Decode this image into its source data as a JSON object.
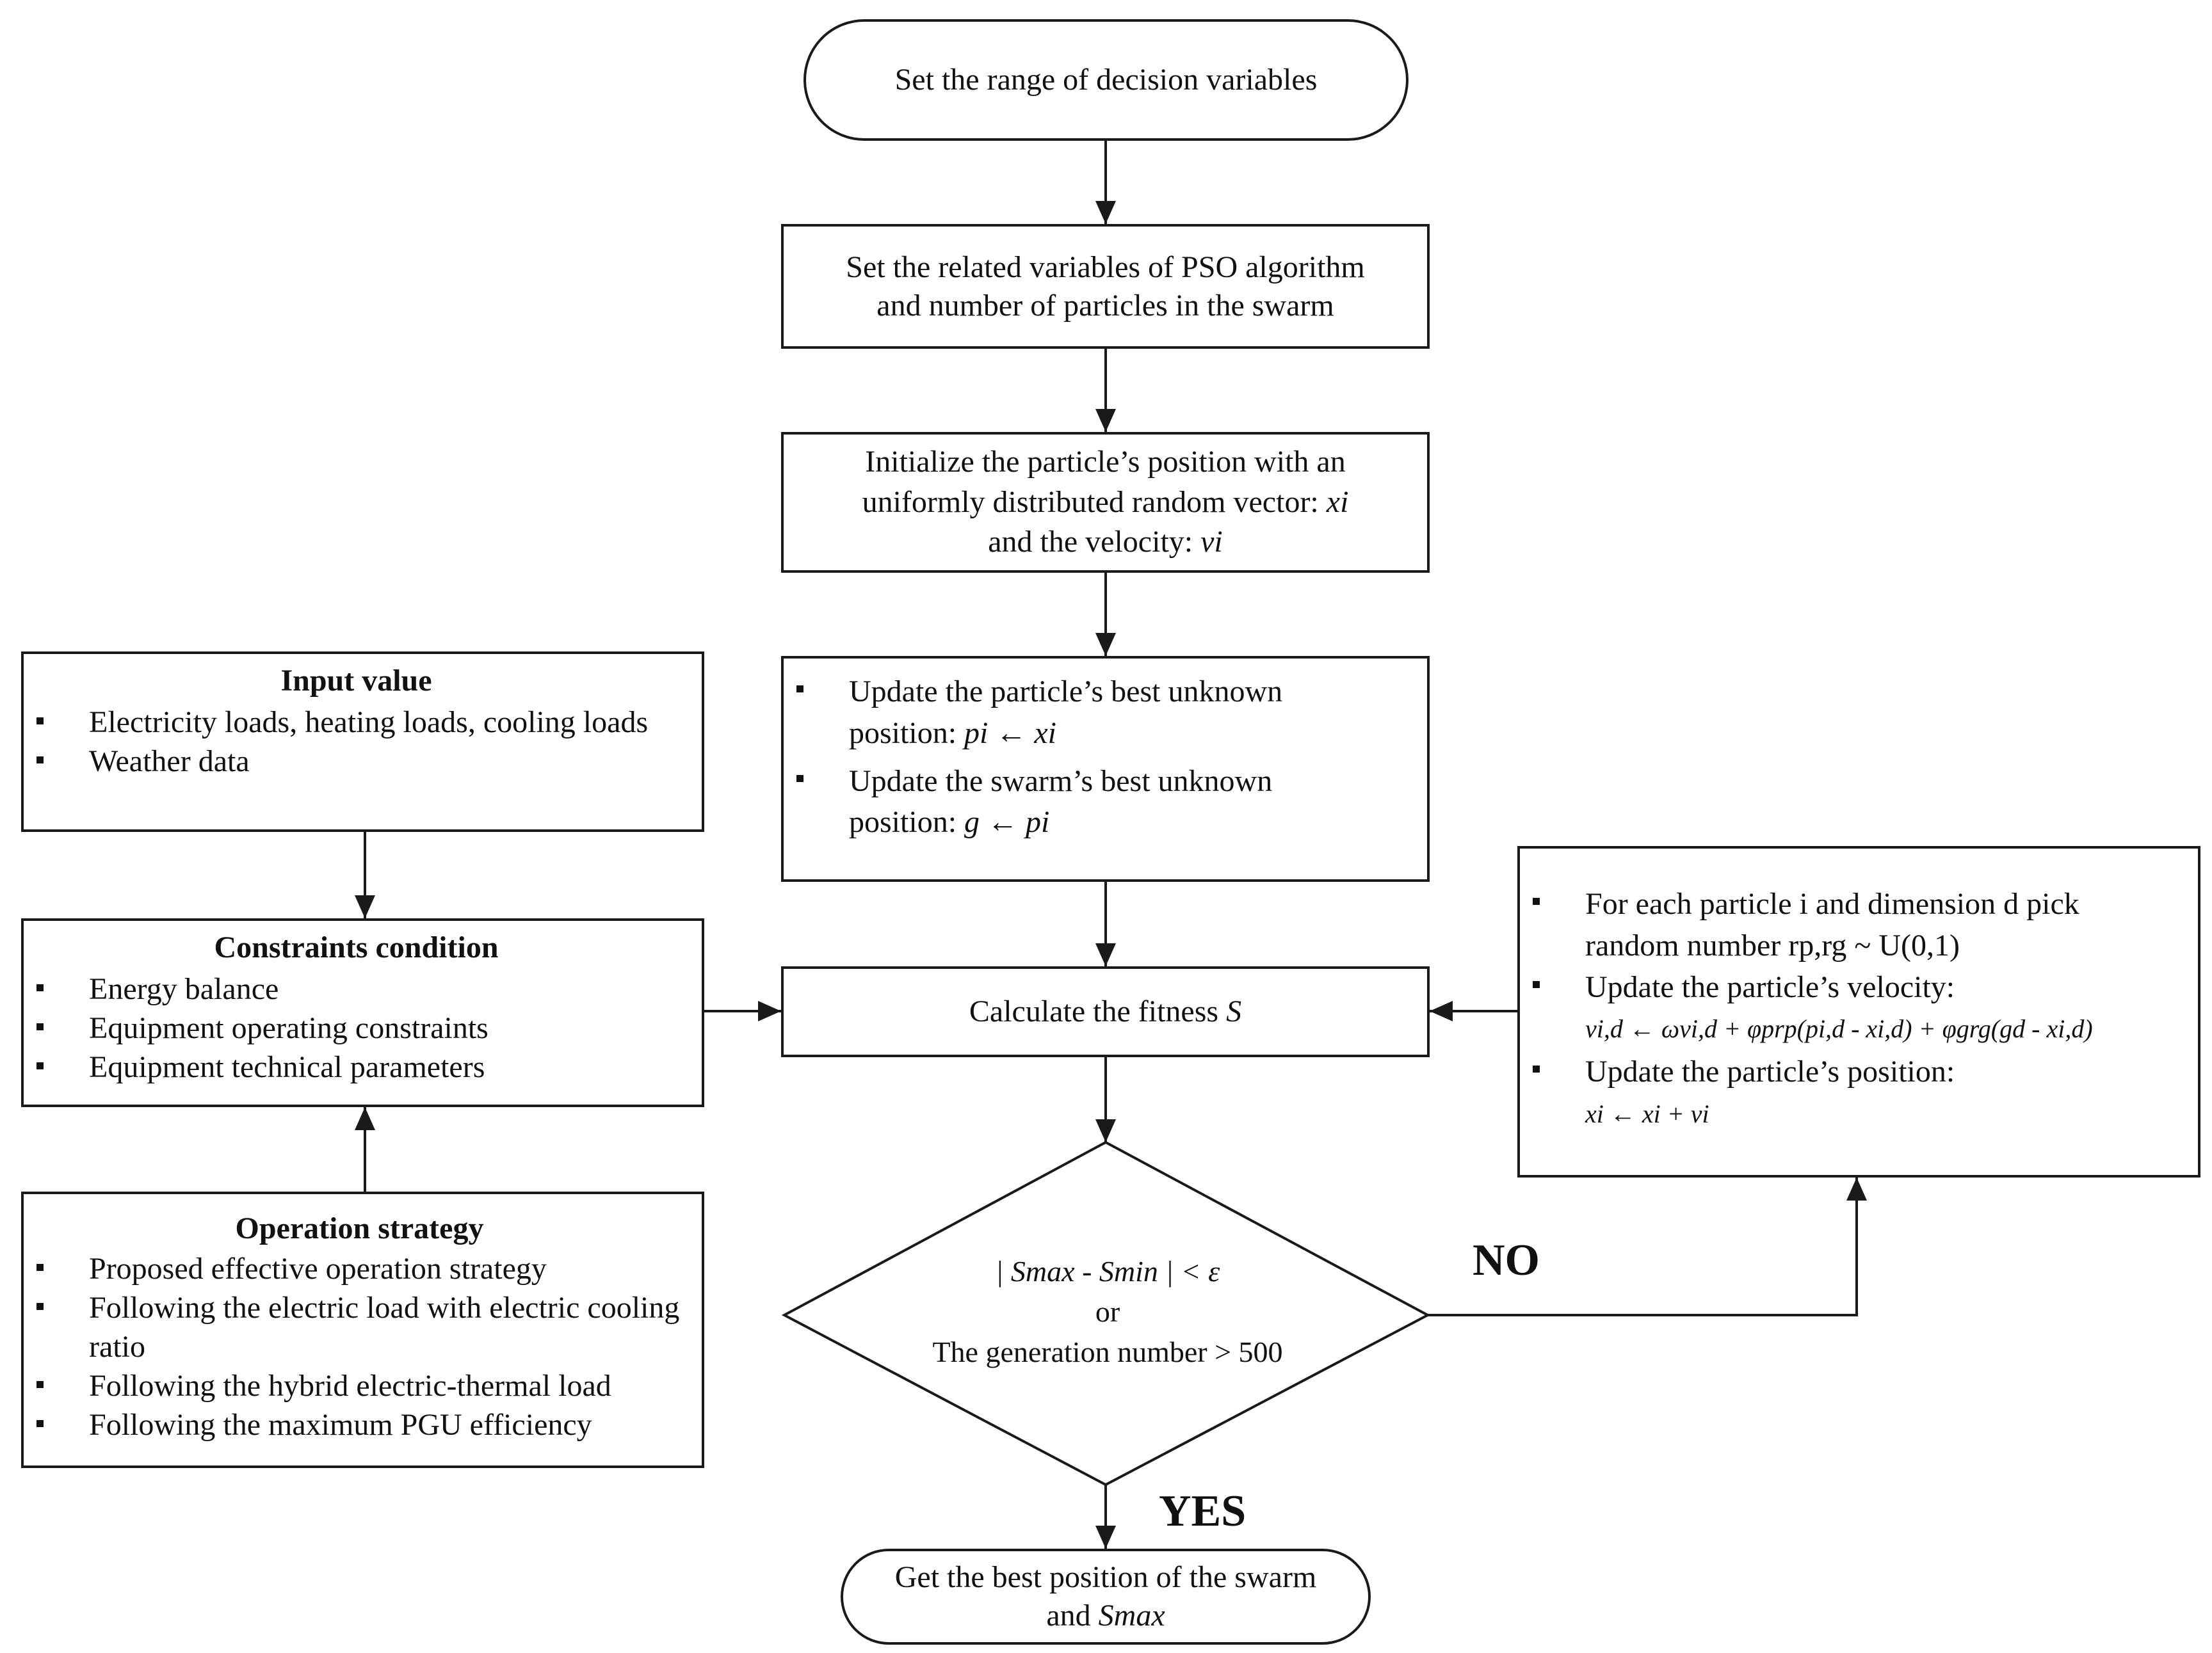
{
  "start": {
    "text": "Set the range of decision variables"
  },
  "set_pso": {
    "line1": "Set the related variables of PSO algorithm",
    "line2": "and number of particles in the swarm"
  },
  "init": {
    "line1": "Initialize the particle’s position with an",
    "line2_text": "uniformly distributed random vector: ",
    "line2_var": "xi",
    "line3_text": "and the velocity: ",
    "line3_var": "vi"
  },
  "update_best": {
    "item1_line1": "Update the particle’s best unknown",
    "item1_line2_text": "position: ",
    "item1_line2_formula": "pi ← xi",
    "item2_line1": "Update the swarm’s best unknown",
    "item2_line2_text": "position: ",
    "item2_line2_formula": "g ← pi"
  },
  "fitness": {
    "text": "Calculate the fitness ",
    "var": "S"
  },
  "decision": {
    "line1": "| Smax - Smin | < ε",
    "line2": "or",
    "line3": "The generation number > 500"
  },
  "end": {
    "line1": "Get the best position of the swarm",
    "line2_text": "and ",
    "line2_var": "Smax"
  },
  "input_value": {
    "title": "Input value",
    "items": [
      "Electricity loads, heating loads, cooling loads",
      "Weather data"
    ]
  },
  "constraints": {
    "title": "Constraints condition",
    "items": [
      "Energy balance",
      "Equipment operating constraints",
      "Equipment technical parameters"
    ]
  },
  "operation": {
    "title": "Operation strategy",
    "items": [
      "Proposed effective operation strategy",
      "Following the electric load with electric cooling ratio",
      "Following the hybrid electric-thermal load",
      "Following the maximum PGU efficiency"
    ]
  },
  "update_velocity": {
    "item1_line1": "For each particle i and dimension d pick",
    "item1_line2": "random number rp,rg ~ U(0,1)",
    "item2": "Update the particle’s velocity:",
    "velocity_formula": "vi,d ← ωvi,d + φprp(pi,d - xi,d) + φgrg(gd - xi,d)",
    "item3": "Update the particle’s position:",
    "position_formula": "xi ← xi + vi"
  },
  "labels": {
    "no": "NO",
    "yes": "YES"
  }
}
